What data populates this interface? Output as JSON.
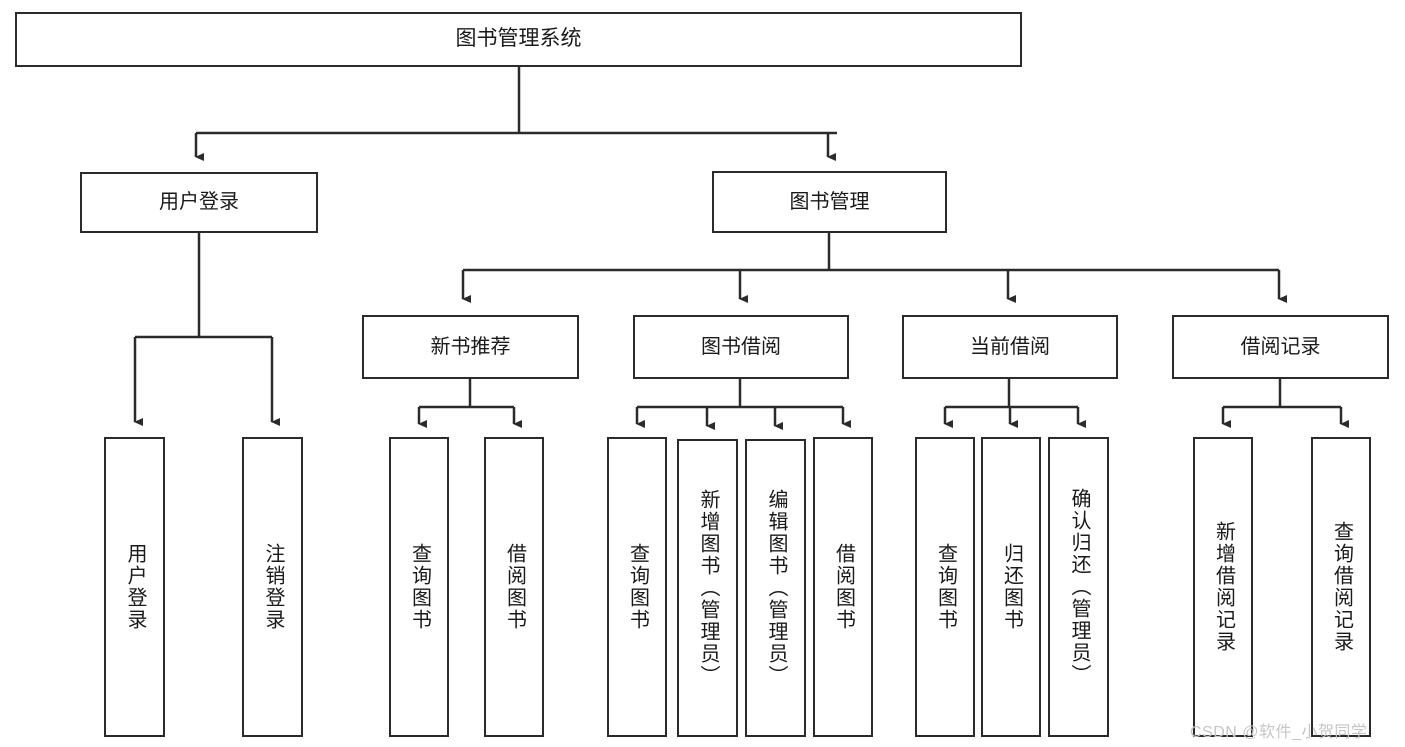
{
  "diagram": {
    "title": "图书管理系统",
    "type": "functional-structure-tree",
    "background_color": "#ffffff",
    "border_color": "#2b2b2b",
    "text_color": "#1a1a1a",
    "nodes": {
      "root": {
        "label": "图书管理系统"
      },
      "level2": [
        {
          "id": "user-login",
          "label": "用户登录"
        },
        {
          "id": "book-management",
          "label": "图书管理"
        }
      ],
      "level3": [
        {
          "id": "new-book-recommend",
          "label": "新书推荐"
        },
        {
          "id": "book-borrow",
          "label": "图书借阅"
        },
        {
          "id": "current-borrow",
          "label": "当前借阅"
        },
        {
          "id": "borrow-record",
          "label": "借阅记录"
        }
      ],
      "leaves": {
        "user-login": [
          {
            "id": "leaf-user-login",
            "label": "用户登录"
          },
          {
            "id": "leaf-logout-login",
            "label": "注销登录"
          }
        ],
        "new-book-recommend": [
          {
            "id": "leaf-query-book-1",
            "label": "查询图书"
          },
          {
            "id": "leaf-borrow-book-1",
            "label": "借阅图书"
          }
        ],
        "book-borrow": [
          {
            "id": "leaf-query-book-2",
            "label": "查询图书"
          },
          {
            "id": "leaf-add-book",
            "label": "新增图书（管理员）"
          },
          {
            "id": "leaf-edit-book",
            "label": "编辑图书（管理员）"
          },
          {
            "id": "leaf-borrow-book-2",
            "label": "借阅图书"
          }
        ],
        "current-borrow": [
          {
            "id": "leaf-query-book-3",
            "label": "查询图书"
          },
          {
            "id": "leaf-return-book",
            "label": "归还图书"
          },
          {
            "id": "leaf-confirm-return",
            "label": "确认归还（管理员）"
          }
        ],
        "borrow-record": [
          {
            "id": "leaf-add-record",
            "label": "新增借阅记录"
          },
          {
            "id": "leaf-query-record",
            "label": "查询借阅记录"
          }
        ]
      }
    }
  },
  "watermark": {
    "text": "CSDN @软件_小贺同学",
    "color": "#c6c6c6"
  }
}
